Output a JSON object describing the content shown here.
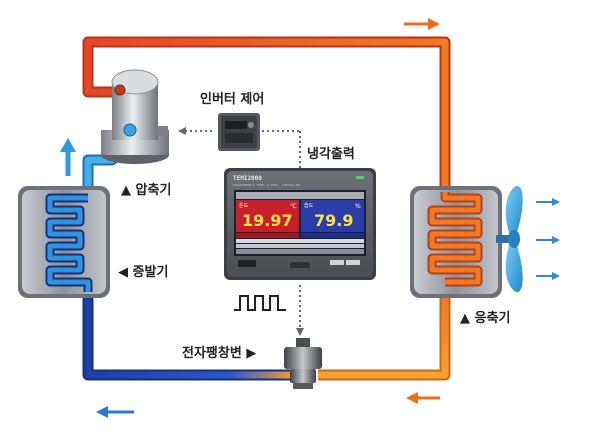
{
  "labels": {
    "inverter": "인버터 제어",
    "cooling_output": "냉각출력",
    "compressor": "▲ 압축기",
    "evaporator": "◀ 증발기",
    "condenser": "▲ 응축기",
    "expansion_valve": "전자팽창변 ▶"
  },
  "controller": {
    "brand": "TEMI2000",
    "subtitle": "PROGRAMMABLE TEMP. & HUMI. CONTROLLER",
    "temp_label": "온도",
    "temp_unit": "℃",
    "temp_value": "19.97",
    "humi_label": "습도",
    "humi_unit": "%",
    "humi_value": "79.9"
  },
  "colors": {
    "hot_refrigerant": "#f05a1e",
    "cold_refrigerant": "#1f4fb5",
    "light_blue": "#3aa3e8",
    "unit_gray": "#8f9399",
    "screen_red": "#c8202a",
    "screen_blue": "#2b3da8",
    "digit_yellow": "#ffe14a"
  }
}
